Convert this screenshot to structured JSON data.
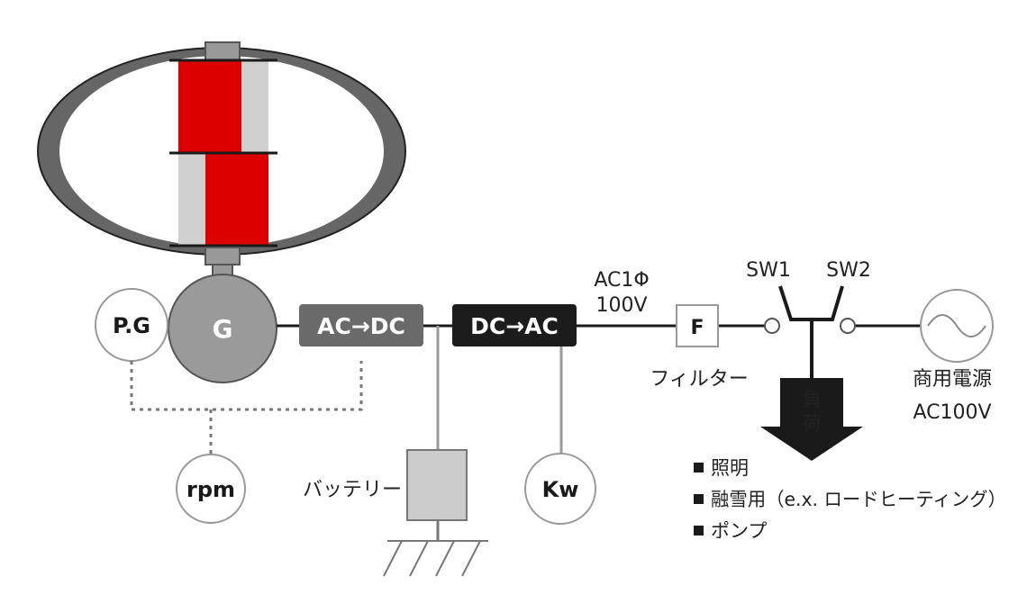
{
  "generator": {
    "label": "G"
  },
  "pg_meter": {
    "label": "P.G"
  },
  "rpm_meter": {
    "label": "rpm"
  },
  "converter_acdc": {
    "label": "AC→DC"
  },
  "inverter_dcac": {
    "label": "DC→AC"
  },
  "kw_meter": {
    "label": "Kw"
  },
  "battery": {
    "label": "バッテリー"
  },
  "ac_output": {
    "line1": "AC1Φ",
    "line2": "100V"
  },
  "filter": {
    "box_label": "F",
    "caption": "フィルター"
  },
  "switches": {
    "sw1": "SW1",
    "sw2": "SW2"
  },
  "grid_source": {
    "line1": "商用電源",
    "line2": "AC100V"
  },
  "load": {
    "arrow_chars": [
      "負",
      "荷"
    ],
    "items": [
      "照明",
      "融雪用（e.x. ロードヒーティング）",
      "ポンプ"
    ]
  },
  "colors": {
    "rotor_red": "#dd0000",
    "rotor_grey": "#d0d0d0",
    "ring_dark": "#666666",
    "converter_box": "#6a6a6a",
    "inverter_box": "#1c1c1c",
    "wire": "#1a1a1a",
    "branch_wire": "#9a9a9a"
  }
}
